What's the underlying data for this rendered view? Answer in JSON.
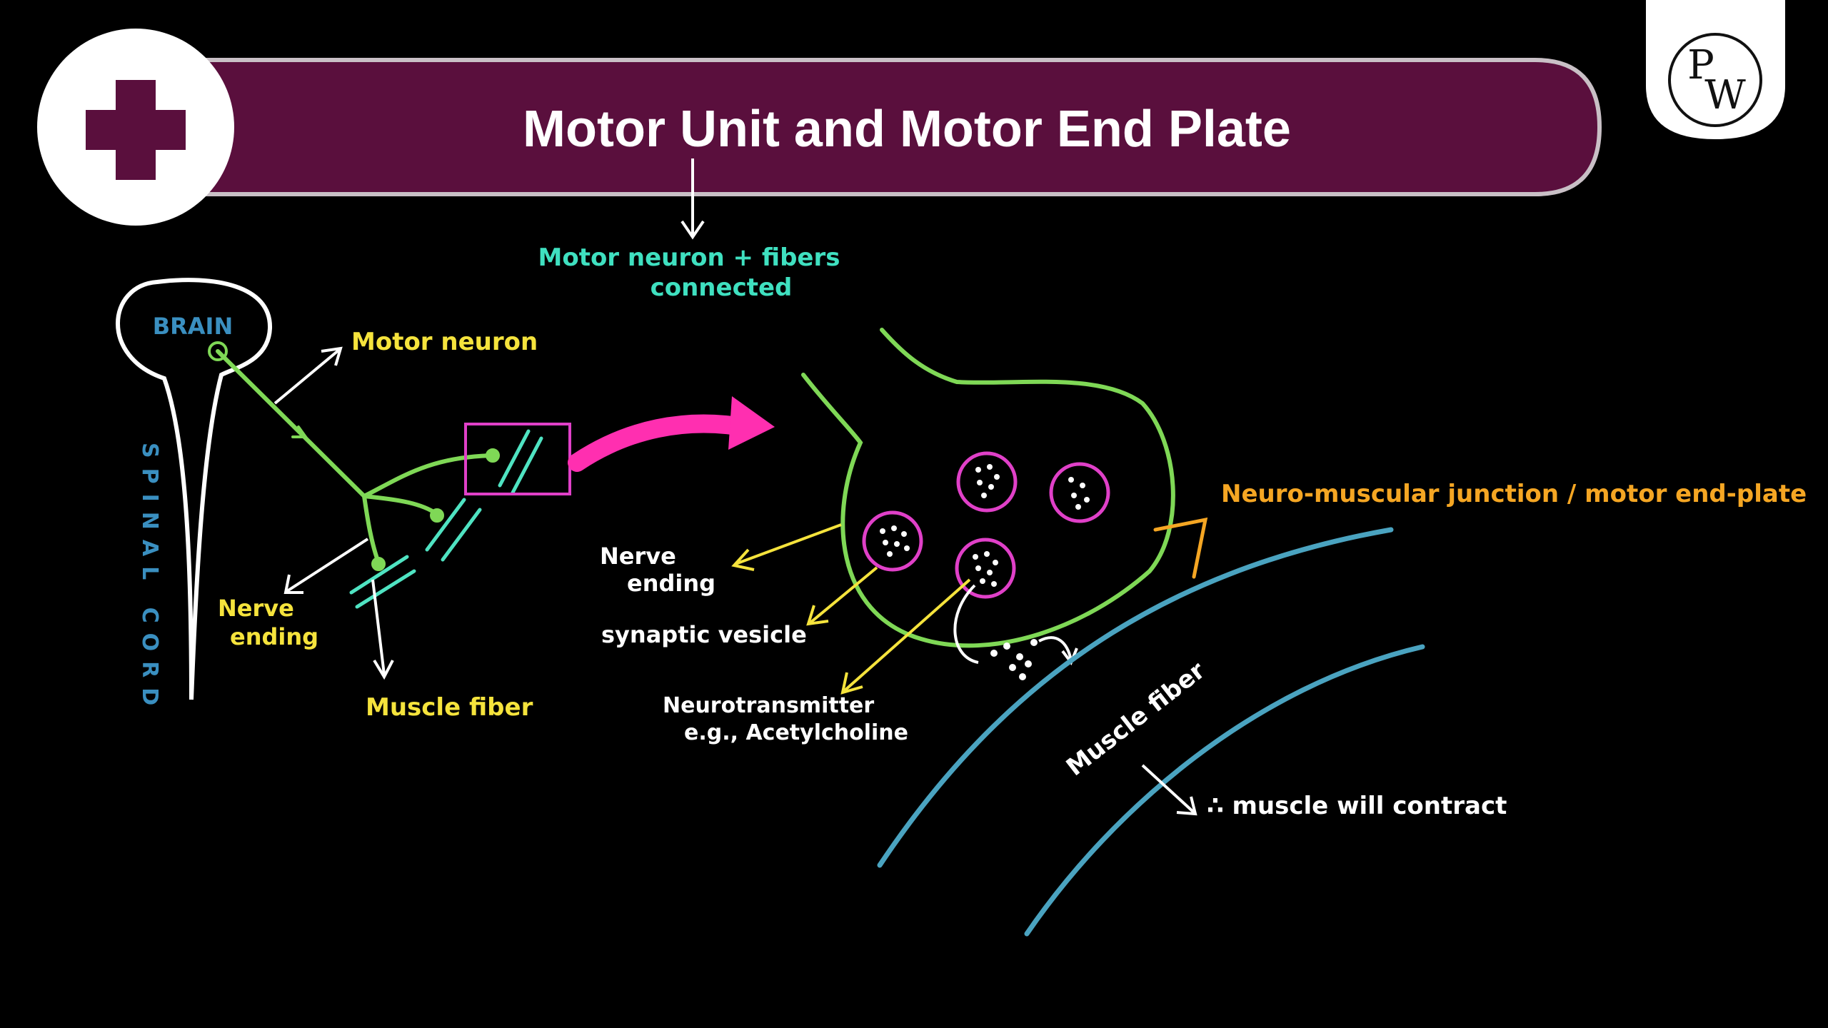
{
  "header": {
    "title": "Motor Unit and Motor End Plate",
    "logo_text_top": "P",
    "logo_text_bottom": "W"
  },
  "left_diagram": {
    "brain_label": "BRAIN",
    "spinal_cord_label": "SPINAL CORD",
    "motor_neuron_label": "Motor neuron",
    "nerve_ending_label_line1": "Nerve",
    "nerve_ending_label_line2": "ending",
    "muscle_fiber_label": "Muscle fiber"
  },
  "annotation": {
    "line1": "Motor neuron + fibers",
    "line2": "connected"
  },
  "right_diagram": {
    "nmj_label": "Neuro-muscular junction / motor end-plate",
    "nerve_ending_label_line1": "Nerve",
    "nerve_ending_label_line2": "ending",
    "synaptic_vesicle_label": "synaptic vesicle",
    "neurotransmitter_label_line1": "Neurotransmitter",
    "neurotransmitter_label_line2": "e.g., Acetylcholine",
    "muscle_fiber_label": "Muscle fiber",
    "contract_label": "∴ muscle will contract"
  },
  "colors": {
    "banner": "#5a0f3d",
    "banner_border": "#c9c0c6",
    "neuron_green": "#7fd856",
    "fiber_cyan": "#4fe3c2",
    "label_yellow": "#f5e33c",
    "label_orange": "#f5a623",
    "label_teal": "#3fe0c0",
    "vesicle_pink": "#e040c8",
    "big_arrow": "#ff2fb0",
    "muscle_blue": "#4aa3c0",
    "spinal_blue": "#3a8fc0"
  }
}
